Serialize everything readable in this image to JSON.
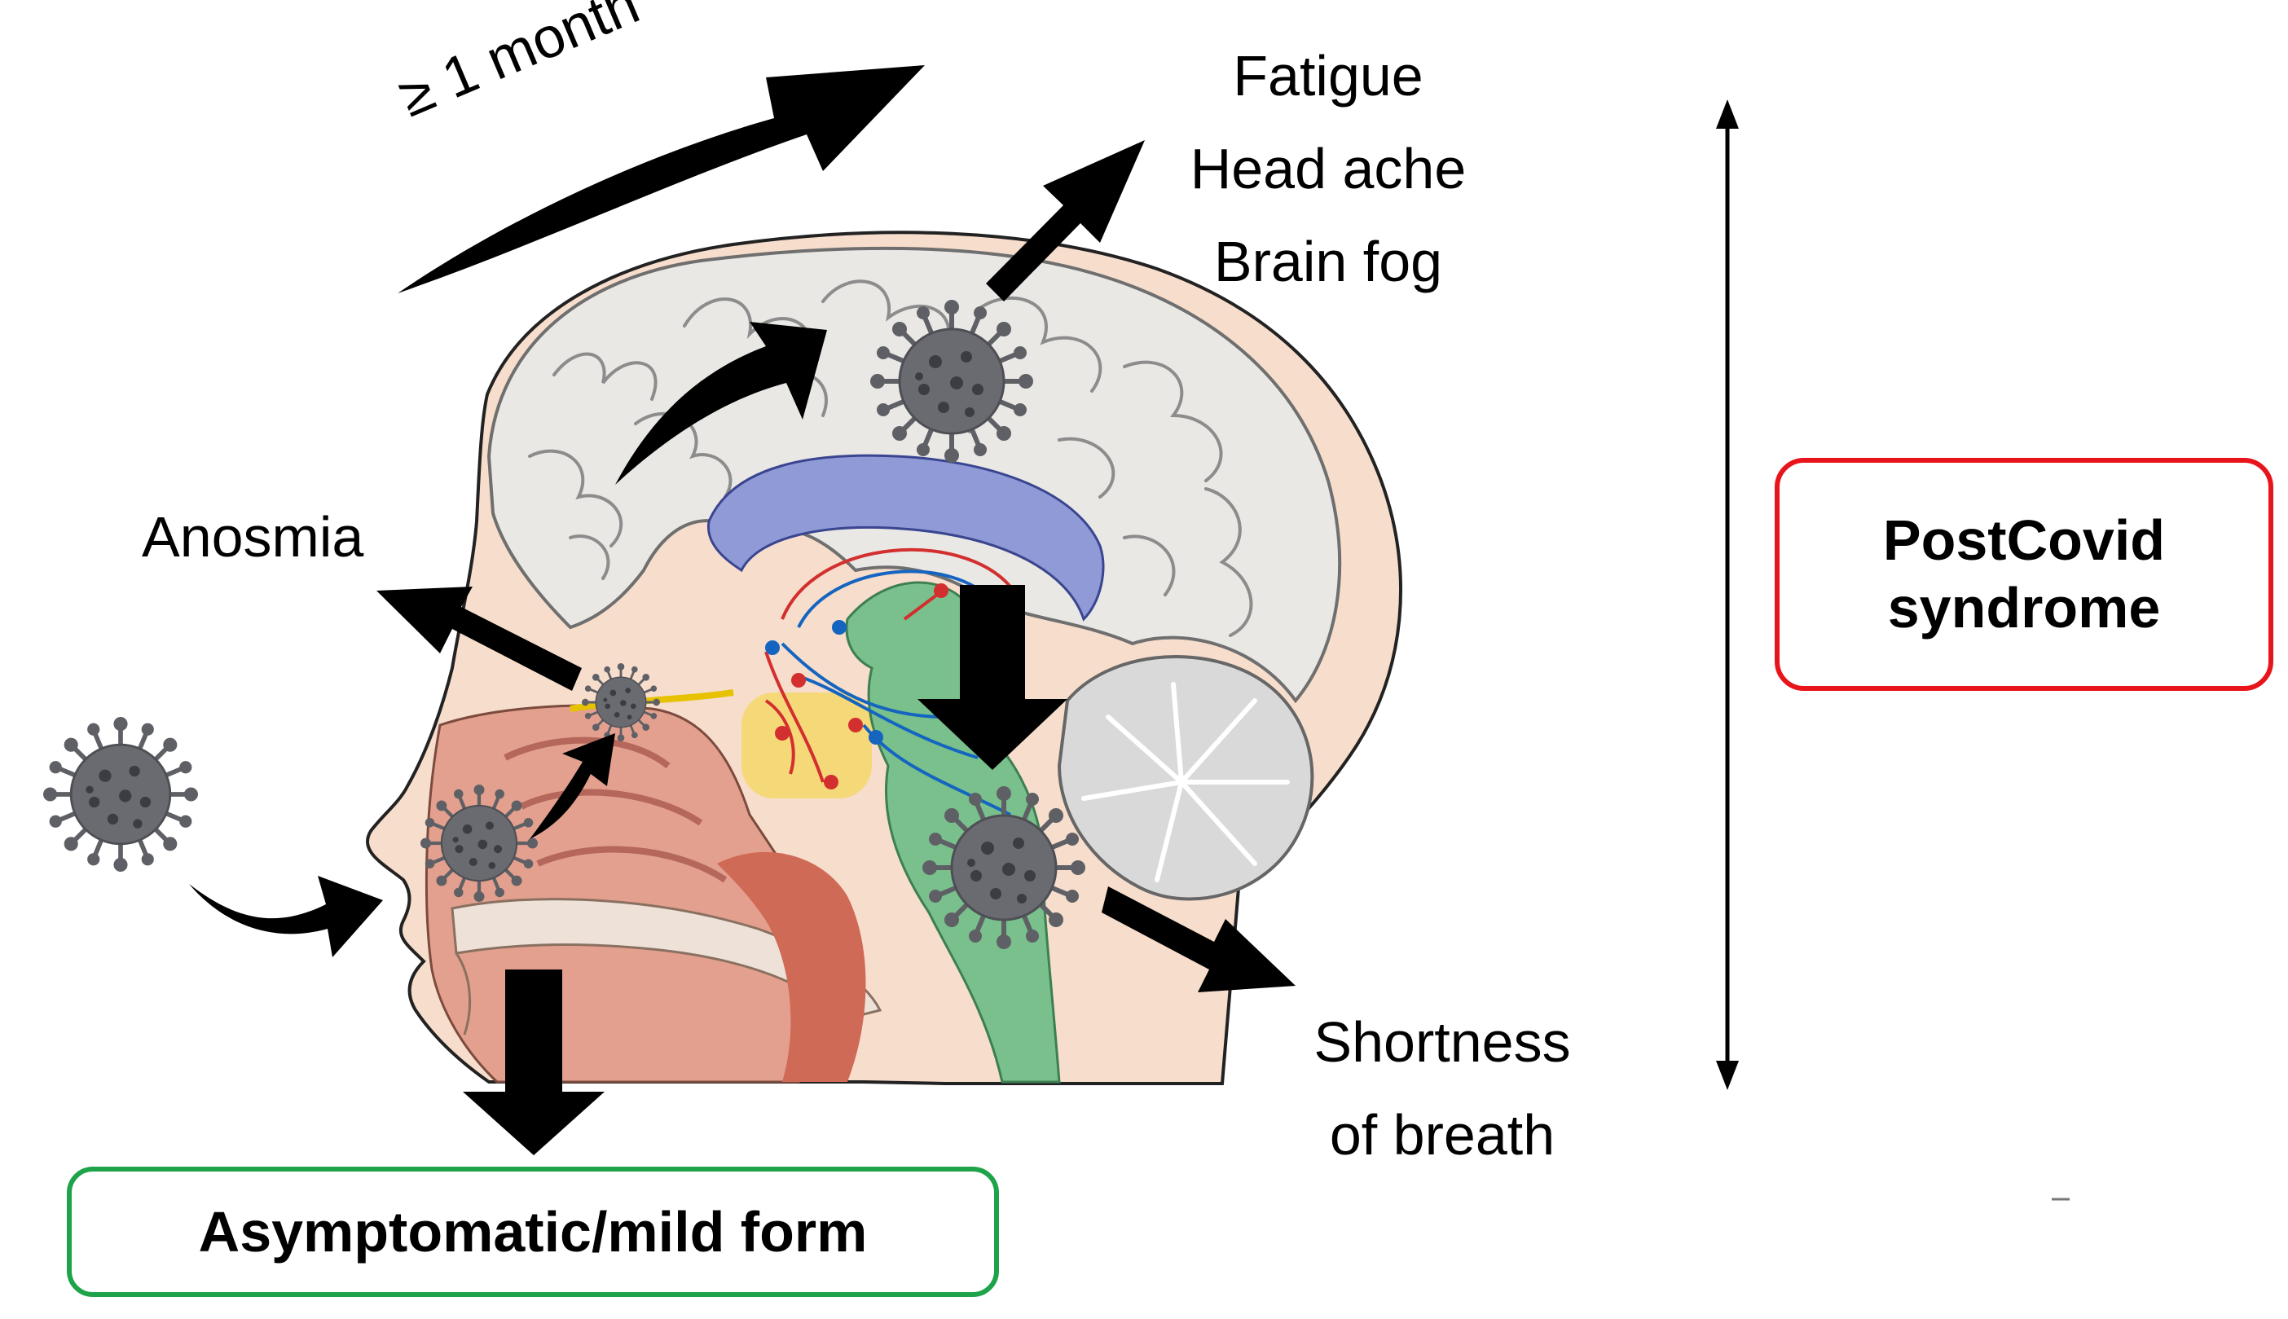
{
  "labels": {
    "duration": "≥ 1 month",
    "symptom_brain_1": "Fatigue",
    "symptom_brain_2": "Head ache",
    "symptom_brain_3": "Brain fog",
    "anosmia": "Anosmia",
    "breath_1": "Shortness",
    "breath_2": "of breath"
  },
  "boxes": {
    "postcovid_1": "PostCovid",
    "postcovid_2": "syndrome",
    "mild": "Asymptomatic/mild form"
  },
  "colors": {
    "postcovid_border": "#e8141b",
    "mild_border": "#1fa34a",
    "virus": "#5f6065",
    "arrow": "#000000",
    "brain": "#e9e8e5",
    "skin": "#f7ddcc",
    "nasal": "#dc8d79",
    "corpus_callosum": "#8f9ad6",
    "brainstem": "#79c08d",
    "thalamus": "#f5d86a"
  }
}
